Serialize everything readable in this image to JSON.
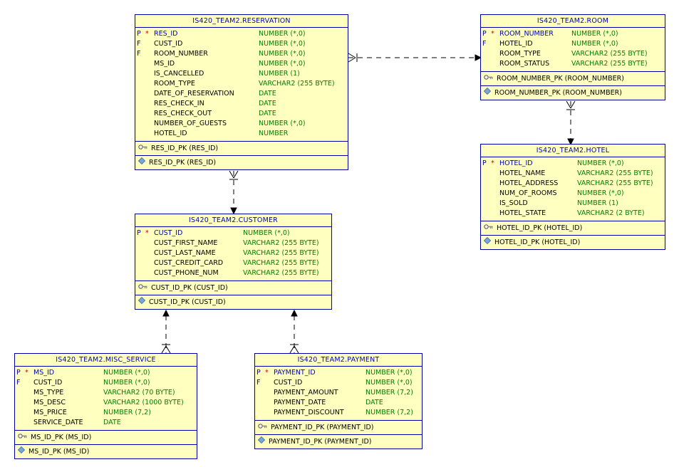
{
  "tables": {
    "reservation": {
      "title": "IS420_TEAM2.RESERVATION",
      "columns": [
        {
          "flag": "P",
          "req": "*",
          "name": "RES_ID",
          "type": "NUMBER (*,0)",
          "pk": true
        },
        {
          "flag": "F",
          "req": "",
          "name": "CUST_ID",
          "type": "NUMBER (*,0)",
          "pk": false
        },
        {
          "flag": "F",
          "req": "",
          "name": "ROOM_NUMBER",
          "type": "NUMBER (*,0)",
          "pk": false
        },
        {
          "flag": "",
          "req": "",
          "name": "MS_ID",
          "type": "NUMBER (*,0)",
          "pk": false
        },
        {
          "flag": "",
          "req": "",
          "name": "IS_CANCELLED",
          "type": "NUMBER (1)",
          "pk": false
        },
        {
          "flag": "",
          "req": "",
          "name": "ROOM_TYPE",
          "type": "VARCHAR2 (255 BYTE)",
          "pk": false
        },
        {
          "flag": "",
          "req": "",
          "name": "DATE_OF_RESERVATION",
          "type": "DATE",
          "pk": false
        },
        {
          "flag": "",
          "req": "",
          "name": "RES_CHECK_IN",
          "type": "DATE",
          "pk": false
        },
        {
          "flag": "",
          "req": "",
          "name": "RES_CHECK_OUT",
          "type": "DATE",
          "pk": false
        },
        {
          "flag": "",
          "req": "",
          "name": "NUMBER_OF_GUESTS",
          "type": "NUMBER (*,0)",
          "pk": false
        },
        {
          "flag": "",
          "req": "",
          "name": "HOTEL_ID",
          "type": "NUMBER",
          "pk": false
        }
      ],
      "key_constraint": "RES_ID_PK (RES_ID)",
      "index": "RES_ID_PK (RES_ID)"
    },
    "room": {
      "title": "IS420_TEAM2.ROOM",
      "columns": [
        {
          "flag": "P",
          "req": "*",
          "name": "ROOM_NUMBER",
          "type": "NUMBER (*,0)",
          "pk": true
        },
        {
          "flag": "F",
          "req": "",
          "name": "HOTEL_ID",
          "type": "NUMBER (*,0)",
          "pk": false
        },
        {
          "flag": "",
          "req": "",
          "name": "ROOM_TYPE",
          "type": "VARCHAR2 (255 BYTE)",
          "pk": false
        },
        {
          "flag": "",
          "req": "",
          "name": "ROOM_STATUS",
          "type": "VARCHAR2 (255 BYTE)",
          "pk": false
        }
      ],
      "key_constraint": "ROOM_NUMBER_PK (ROOM_NUMBER)",
      "index": "ROOM_NUMBER_PK (ROOM_NUMBER)"
    },
    "hotel": {
      "title": "IS420_TEAM2.HOTEL",
      "columns": [
        {
          "flag": "P",
          "req": "*",
          "name": "HOTEL_ID",
          "type": "NUMBER (*,0)",
          "pk": true
        },
        {
          "flag": "",
          "req": "",
          "name": "HOTEL_NAME",
          "type": "VARCHAR2 (255 BYTE)",
          "pk": false
        },
        {
          "flag": "",
          "req": "",
          "name": "HOTEL_ADDRESS",
          "type": "VARCHAR2 (255 BYTE)",
          "pk": false
        },
        {
          "flag": "",
          "req": "",
          "name": "NUM_OF_ROOMS",
          "type": "NUMBER (*,0)",
          "pk": false
        },
        {
          "flag": "",
          "req": "",
          "name": "IS_SOLD",
          "type": "NUMBER (1)",
          "pk": false
        },
        {
          "flag": "",
          "req": "",
          "name": "HOTEL_STATE",
          "type": "VARCHAR2 (2 BYTE)",
          "pk": false
        }
      ],
      "key_constraint": "HOTEL_ID_PK (HOTEL_ID)",
      "index": "HOTEL_ID_PK (HOTEL_ID)"
    },
    "customer": {
      "title": "IS420_TEAM2.CUSTOMER",
      "columns": [
        {
          "flag": "P",
          "req": "*",
          "name": "CUST_ID",
          "type": "NUMBER (*,0)",
          "pk": true
        },
        {
          "flag": "",
          "req": "",
          "name": "CUST_FIRST_NAME",
          "type": "VARCHAR2 (255 BYTE)",
          "pk": false
        },
        {
          "flag": "",
          "req": "",
          "name": "CUST_LAST_NAME",
          "type": "VARCHAR2 (255 BYTE)",
          "pk": false
        },
        {
          "flag": "",
          "req": "",
          "name": "CUST_CREDIT_CARD",
          "type": "VARCHAR2 (255 BYTE)",
          "pk": false
        },
        {
          "flag": "",
          "req": "",
          "name": "CUST_PHONE_NUM",
          "type": "VARCHAR2 (255 BYTE)",
          "pk": false
        }
      ],
      "key_constraint": "CUST_ID_PK (CUST_ID)",
      "index": "CUST_ID_PK (CUST_ID)"
    },
    "misc_service": {
      "title": "IS420_TEAM2.MISC_SERVICE",
      "columns": [
        {
          "flag": "P",
          "req": "*",
          "name": "MS_ID",
          "type": "NUMBER (*,0)",
          "pk": true
        },
        {
          "flag": "F",
          "req": "",
          "name": "CUST_ID",
          "type": "NUMBER (*,0)",
          "pk": false
        },
        {
          "flag": "",
          "req": "",
          "name": "MS_TYPE",
          "type": "VARCHAR2 (70 BYTE)",
          "pk": false
        },
        {
          "flag": "",
          "req": "",
          "name": "MS_DESC",
          "type": "VARCHAR2 (1000 BYTE)",
          "pk": false
        },
        {
          "flag": "",
          "req": "",
          "name": "MS_PRICE",
          "type": "NUMBER (7,2)",
          "pk": false
        },
        {
          "flag": "",
          "req": "",
          "name": "SERVICE_DATE",
          "type": "DATE",
          "pk": false
        }
      ],
      "key_constraint": "MS_ID_PK (MS_ID)",
      "index": "MS_ID_PK (MS_ID)"
    },
    "payment": {
      "title": "IS420_TEAM2.PAYMENT",
      "columns": [
        {
          "flag": "P",
          "req": "*",
          "name": "PAYMENT_ID",
          "type": "NUMBER (*,0)",
          "pk": true
        },
        {
          "flag": "F",
          "req": "",
          "name": "CUST_ID",
          "type": "NUMBER (*,0)",
          "pk": false
        },
        {
          "flag": "",
          "req": "",
          "name": "PAYMENT_AMOUNT",
          "type": "NUMBER (7,2)",
          "pk": false
        },
        {
          "flag": "",
          "req": "",
          "name": "PAYMENT_DATE",
          "type": "DATE",
          "pk": false
        },
        {
          "flag": "",
          "req": "",
          "name": "PAYMENT_DISCOUNT",
          "type": "NUMBER (7,2)",
          "pk": false
        }
      ],
      "key_constraint": "PAYMENT_ID_PK (PAYMENT_ID)",
      "index": "PAYMENT_ID_PK (PAYMENT_ID)"
    }
  },
  "colors": {
    "entity_fill": "#ffffc0",
    "entity_border": "#0000a0",
    "title_text": "#0000c0",
    "datatype_text": "#008000",
    "required_marker": "#cc0000",
    "relationship_line": "#000000"
  },
  "icons": {
    "key_constraint": "key-icon",
    "index": "diamond-icon"
  }
}
